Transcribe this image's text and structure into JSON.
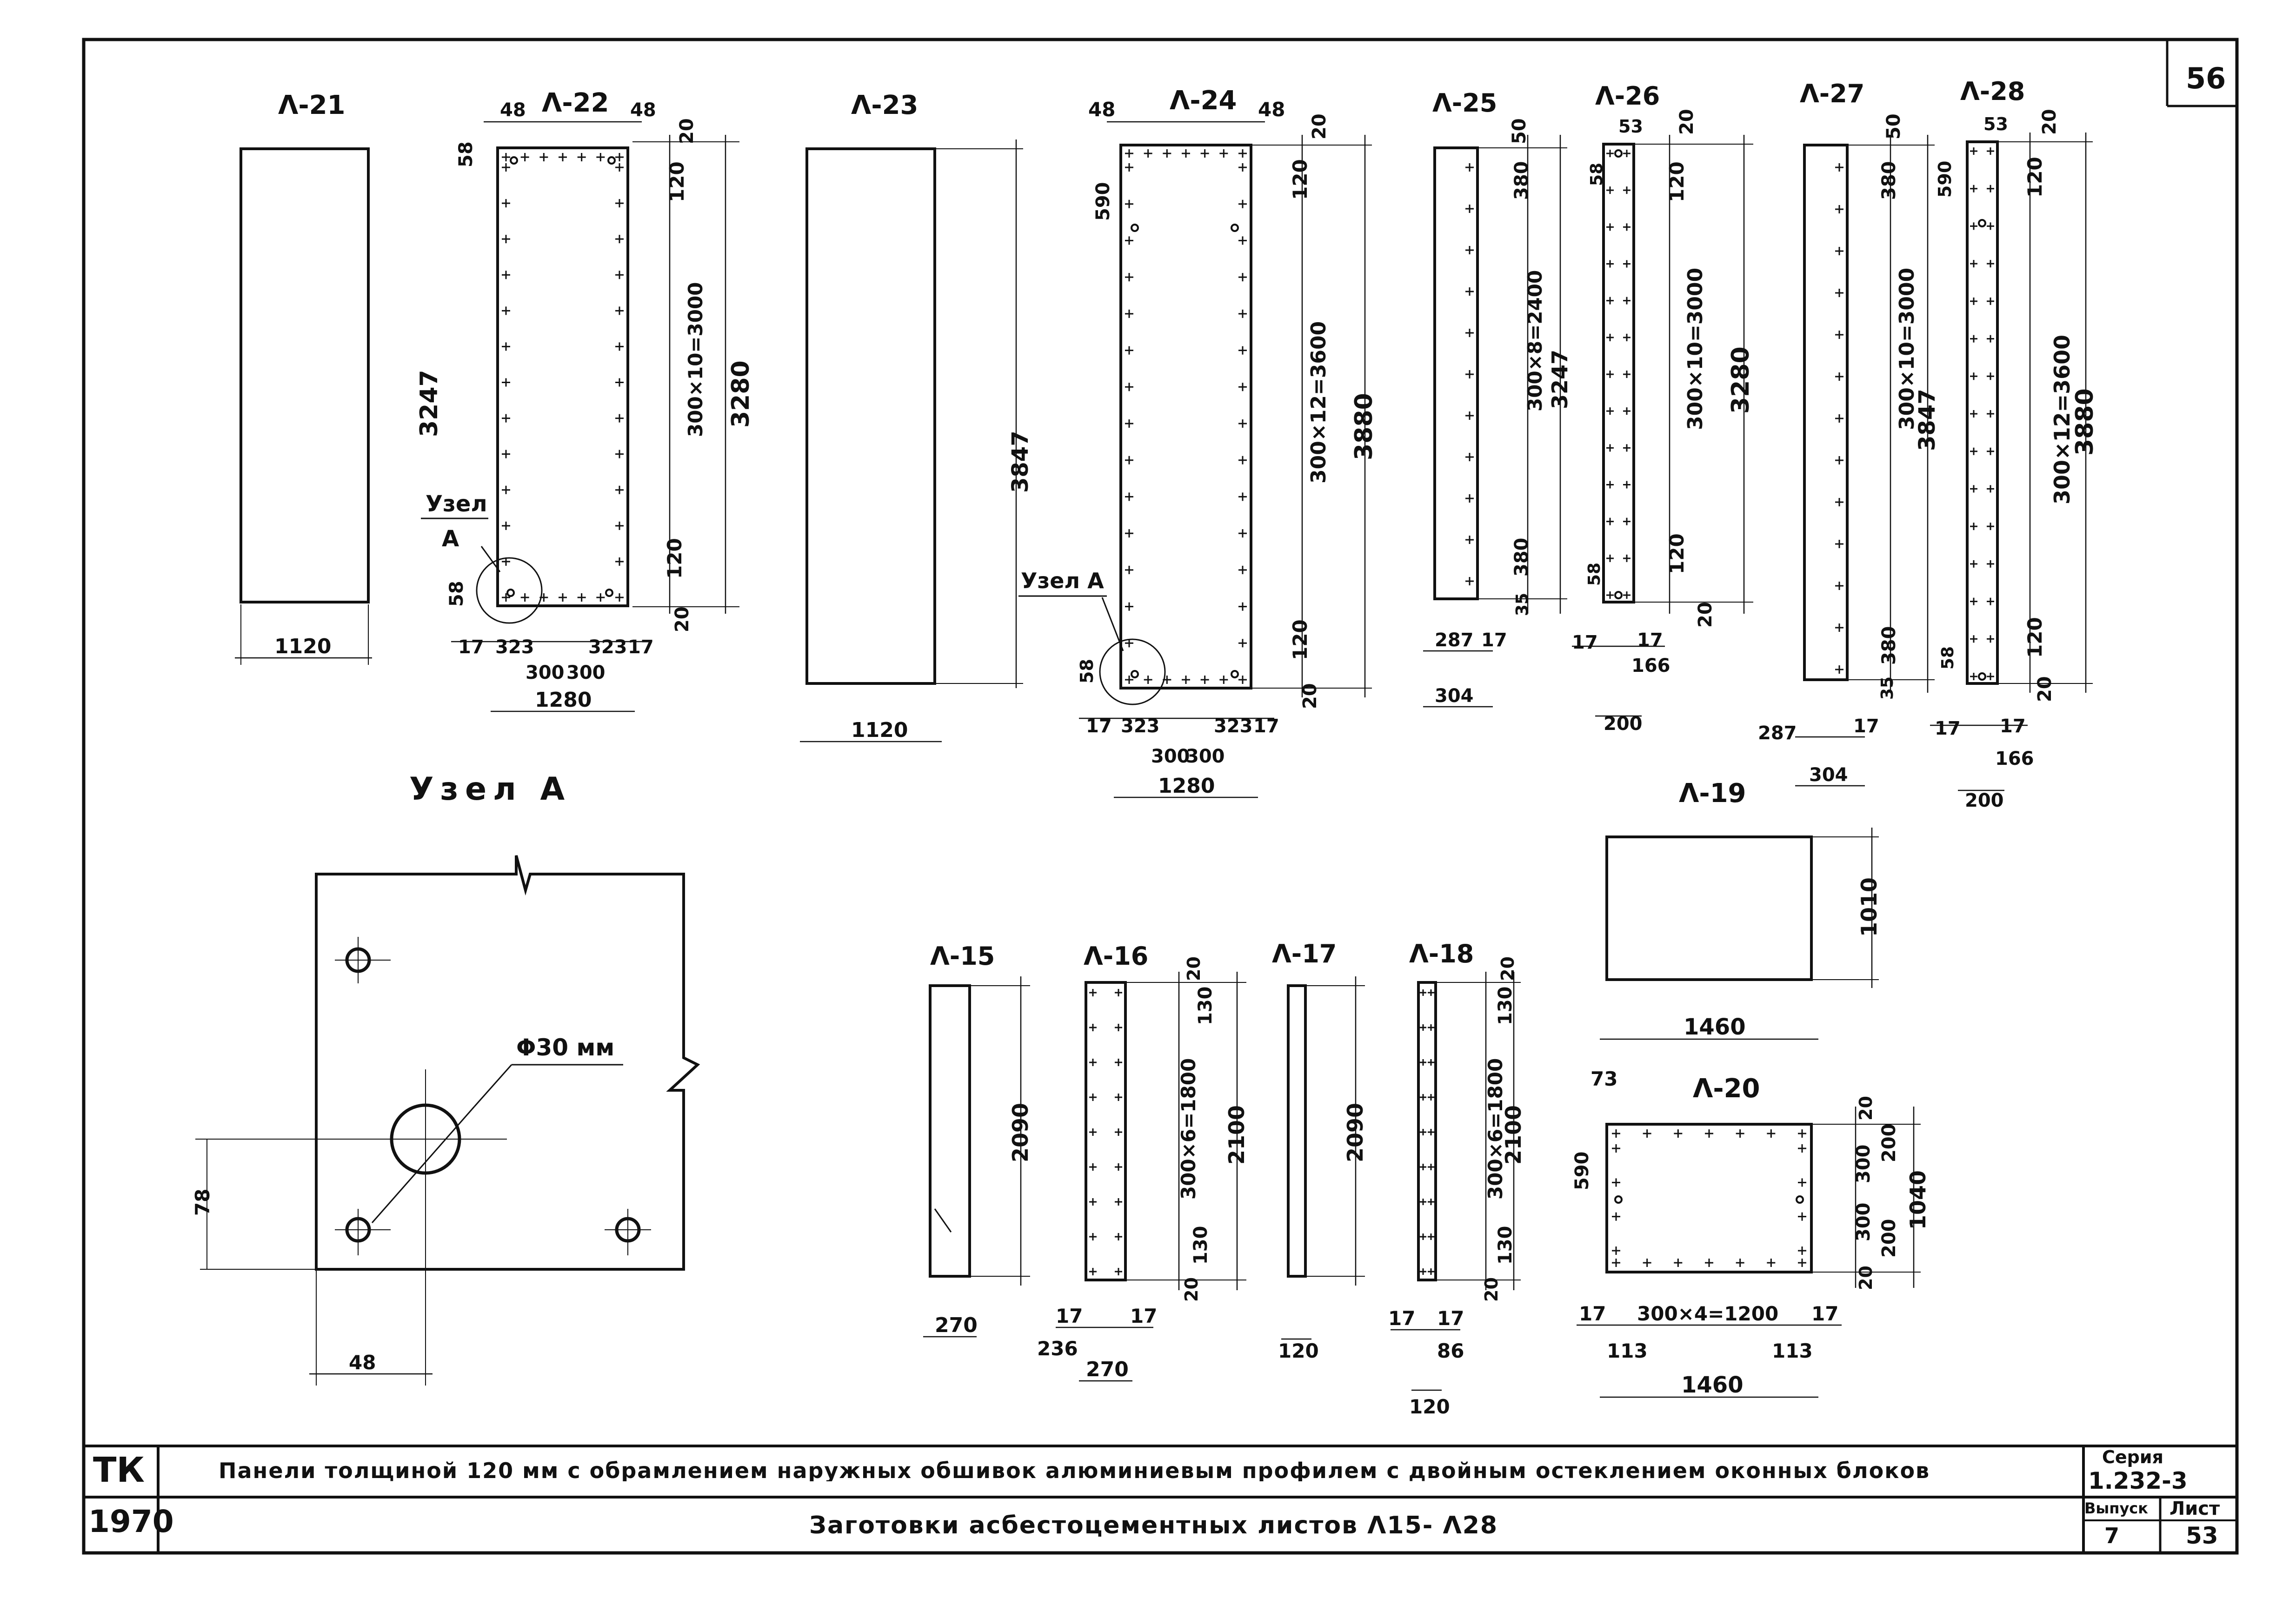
{
  "sheet_number": "56",
  "panels": {
    "l21": {
      "label": "Λ-21",
      "width": "1120"
    },
    "l22": {
      "label": "Λ-22",
      "top_left": "48",
      "top_right": "48",
      "corner_left": "58",
      "top_gap": "20",
      "inset": "120",
      "spacing": "300×10=3000",
      "height": "3280",
      "width_total": "1280",
      "left_height": "3247",
      "bottom_corner": "58",
      "bottom_inset": "120",
      "bottom_gap": "20",
      "b17a": "17",
      "b323a": "323",
      "b300a": "300",
      "b300b": "300",
      "b323b": "323",
      "b17b": "17"
    },
    "l23": {
      "label": "Λ-23",
      "height": "3847",
      "width": "1120"
    },
    "l24": {
      "label": "Λ-24",
      "top_left": "48",
      "top_right": "48",
      "top_gap": "20",
      "inset": "120",
      "side_590": "590",
      "spacing": "300×12=3600",
      "height": "3880",
      "bottom_inset": "120",
      "bottom_gap": "20",
      "corner": "58",
      "b17a": "17",
      "b323a": "323",
      "b300a": "300",
      "b300b": "300",
      "b323b": "323",
      "b17b": "17",
      "width_total": "1280"
    },
    "l25": {
      "label": "Λ-25",
      "d50": "50",
      "d380a": "380",
      "spacing": "300×8=2400",
      "height": "3247",
      "d380b": "380",
      "d35": "35",
      "d287": "287",
      "d17": "17",
      "d304": "304"
    },
    "l26": {
      "label": "Λ-26",
      "d53": "53",
      "d20": "20",
      "d58": "58",
      "inset": "120",
      "spacing": "300×10=3000",
      "height": "3280",
      "bottom_inset": "120",
      "bottom_gap": "20",
      "d58b": "58",
      "d17a": "17",
      "d17b": "17",
      "d166": "166",
      "d200": "200"
    },
    "l27": {
      "label": "Λ-27",
      "d50": "50",
      "d380a": "380",
      "spacing": "300×10=3000",
      "height": "3847",
      "d380b": "380",
      "d35": "35",
      "d287": "287",
      "d17": "17",
      "d304": "304"
    },
    "l28": {
      "label": "Λ-28",
      "d53": "53",
      "d20": "20",
      "d590": "590",
      "inset": "120",
      "spacing": "300×12=3600",
      "height": "3880",
      "d58": "58",
      "bottom_inset": "120",
      "bottom_gap": "20",
      "d17a": "17",
      "d17b": "17",
      "d166": "166",
      "d200": "200"
    },
    "l19": {
      "label": "Λ-19",
      "height": "1010",
      "width": "1460"
    },
    "l20": {
      "label": "Λ-20",
      "d73": "73",
      "d590": "590",
      "d20a": "20",
      "d300a": "300",
      "d200a": "200",
      "d300b": "300",
      "d200b": "200",
      "d20b": "20",
      "height": "1040",
      "d17a": "17",
      "spacing": "300×4=1200",
      "d17b": "17",
      "d113a": "113",
      "d113b": "113",
      "width": "1460"
    },
    "l15": {
      "label": "Λ-15",
      "height": "2090",
      "width": "270"
    },
    "l16": {
      "label": "Λ-16",
      "d20a": "20",
      "d130a": "130",
      "spacing": "300×6=1800",
      "height": "2100",
      "d130b": "130",
      "d20b": "20",
      "d17a": "17",
      "d17b": "17",
      "d236": "236",
      "width": "270"
    },
    "l17": {
      "label": "Λ-17",
      "height": "2090",
      "width": "120"
    },
    "l18": {
      "label": "Λ-18",
      "d20a": "20",
      "d130a": "130",
      "spacing": "300×6=1800",
      "height": "2100",
      "d130b": "130",
      "d20b": "20",
      "d17a": "17",
      "d17b": "17",
      "d86": "86",
      "width": "120"
    }
  },
  "node_callouts": {
    "node_a_l22_line1": "Узел",
    "node_a_l22_line2": "А",
    "node_a_l24": "Узел А"
  },
  "detail": {
    "title": "Узел А",
    "hole_label": "Φ30 мм",
    "dim_vertical": "78",
    "dim_horizontal": "48"
  },
  "title_block": {
    "code": "ТК",
    "year": "1970",
    "title": "Панели толщиной 120 мм с обрамлением наружных обшивок алюминиевым профилем с двойным остеклением оконных блоков",
    "subtitle": "Заготовки асбестоцементных листов Λ15- Λ28",
    "series_label": "Серия",
    "series_value": "1.232-3",
    "issue_label": "Выпуск",
    "issue_value": "7",
    "sheet_label": "Лист",
    "sheet_value": "53"
  }
}
